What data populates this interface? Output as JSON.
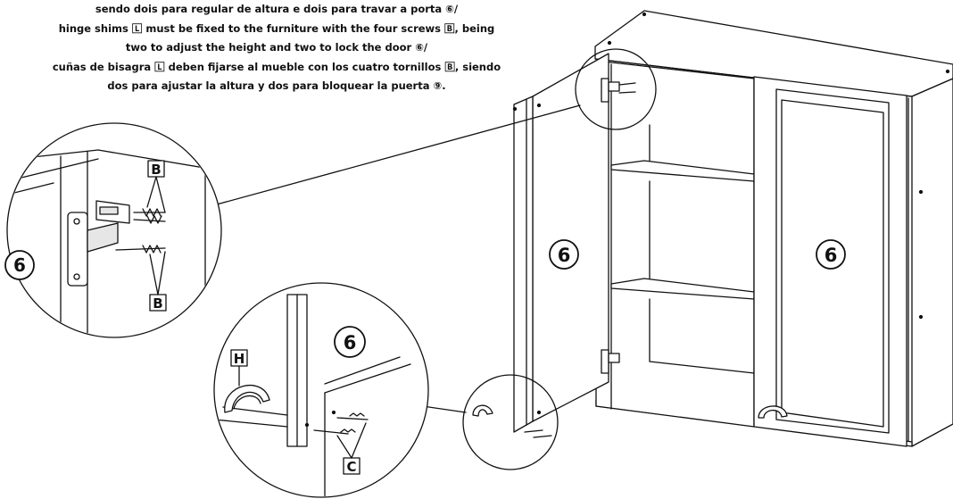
{
  "instructions": {
    "line1": "sendo dois para regular de altura e dois para travar a porta ⑥/",
    "line2": "hinge shims 🄻 must be fixed to the furniture with the four screws 🄱, being",
    "line3": "two to adjust the height and two to lock the door ⑥/",
    "line4": "cuñas de bisagra 🄻 deben fijarse al mueble con los cuatro tornillos 🄱, siendo",
    "line5": "dos para ajustar la altura y dos para bloquear la puerta ⑨."
  },
  "labels": {
    "part_b": "B",
    "part_c": "C",
    "part_h": "H",
    "door_number": "6"
  },
  "colors": {
    "line": "#111111",
    "fill": "#ffffff",
    "shade": "#e6e6e6"
  }
}
